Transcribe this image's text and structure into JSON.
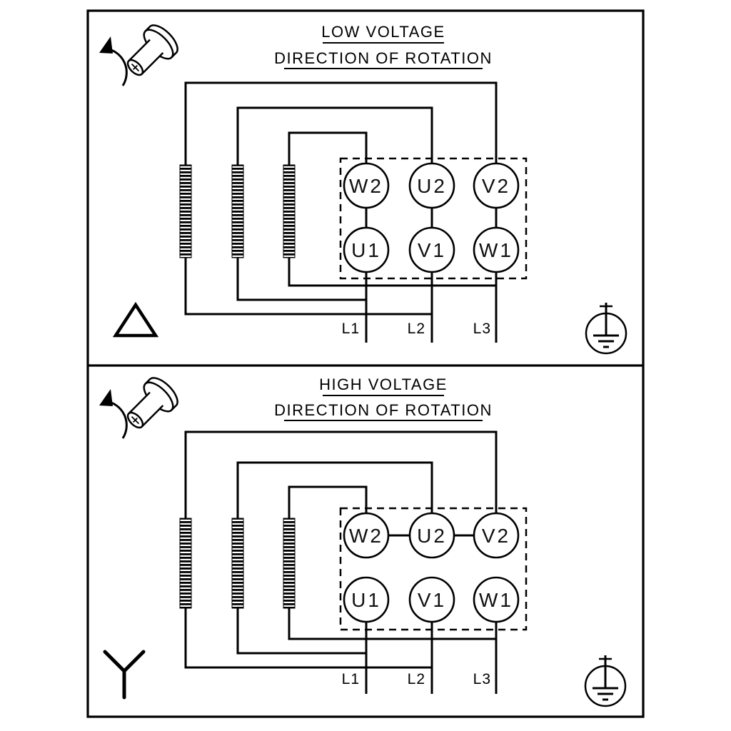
{
  "colors": {
    "ink": "#000000",
    "paper": "#ffffff"
  },
  "icons": {
    "rotation": "shaft-rotation-direction-icon",
    "ground": "earth-ground-icon",
    "delta": "delta-connection-symbol",
    "wye": "wye-connection-symbol"
  },
  "panels": [
    {
      "name": "low-voltage",
      "title": "LOW VOLTAGE",
      "subtitle": "DIRECTION OF ROTATION",
      "connection": "delta",
      "terminals": {
        "top": [
          "W2",
          "U2",
          "V2"
        ],
        "bottom": [
          "U1",
          "V1",
          "W1"
        ]
      },
      "phases": [
        "L1",
        "L2",
        "L3"
      ]
    },
    {
      "name": "high-voltage",
      "title": "HIGH VOLTAGE",
      "subtitle": "DIRECTION OF ROTATION",
      "connection": "wye",
      "terminals": {
        "top": [
          "W2",
          "U2",
          "V2"
        ],
        "bottom": [
          "U1",
          "V1",
          "W1"
        ]
      },
      "phases": [
        "L1",
        "L2",
        "L3"
      ]
    }
  ]
}
